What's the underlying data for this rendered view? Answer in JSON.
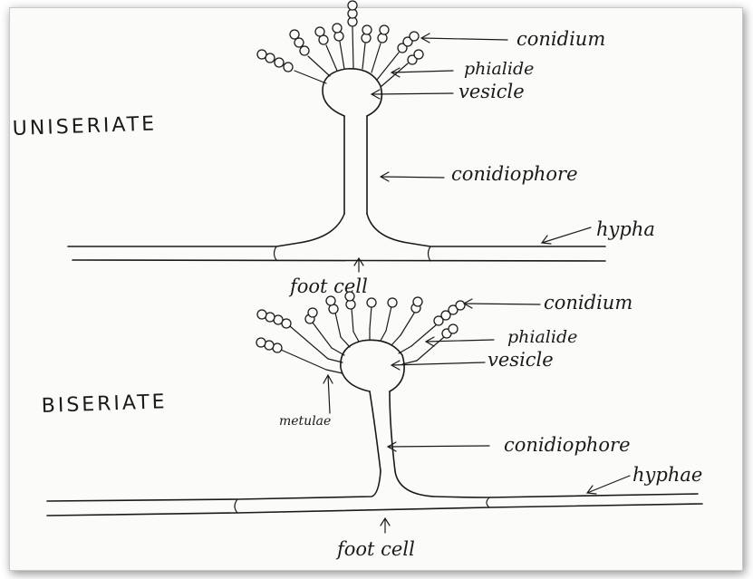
{
  "uniseriate": {
    "title": "UNISERIATE",
    "labels": {
      "conidium": "conidium",
      "phialide": "phialide",
      "vesicle": "vesicle",
      "conidiophore": "conidiophore",
      "hypha": "hypha",
      "foot_cell": "foot cell"
    }
  },
  "biseriate": {
    "title": "BISERIATE",
    "labels": {
      "conidium": "conidium",
      "phialide": "phialide",
      "vesicle": "vesicle",
      "metulae": "metulae",
      "conidiophore": "conidiophore",
      "hyphae": "hyphae",
      "foot_cell": "foot cell"
    }
  }
}
